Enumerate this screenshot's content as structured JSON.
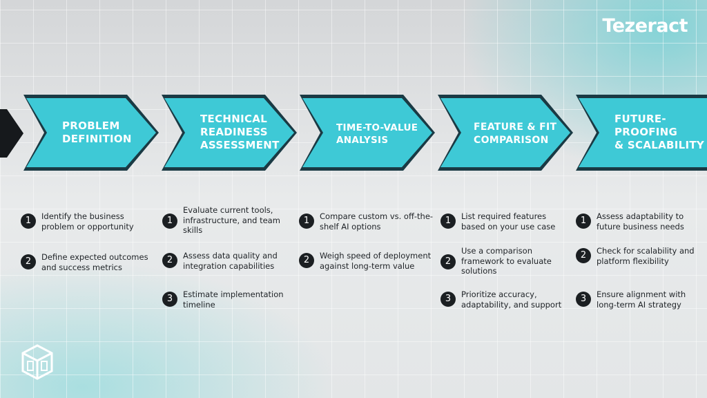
{
  "brand": {
    "logo_text": "Tezeract"
  },
  "colors": {
    "accent": "#3ec9d6",
    "accent_dark": "#1a3a44",
    "number_bg": "#1b1f22",
    "text": "#1e2226"
  },
  "stages": [
    {
      "title": [
        "PROBLEM",
        "DEFINITION"
      ],
      "steps": [
        {
          "number": "1",
          "text": "Identify the business problem or opportunity"
        },
        {
          "number": "2",
          "text": "Define expected outcomes and success metrics"
        }
      ]
    },
    {
      "title": [
        "TECHNICAL",
        "READINESS",
        "ASSESSMENT"
      ],
      "steps": [
        {
          "number": "1",
          "text": "Evaluate current tools, infrastructure, and team skills"
        },
        {
          "number": "2",
          "text": "Assess data quality and integration capabilities"
        },
        {
          "number": "3",
          "text": "Estimate implementation timeline"
        }
      ]
    },
    {
      "title": [
        "TIME-TO-VALUE",
        "ANALYSIS"
      ],
      "steps": [
        {
          "number": "1",
          "text": "Compare custom vs. off-the-shelf AI options"
        },
        {
          "number": "2",
          "text": "Weigh speed of deployment against long-term value"
        }
      ]
    },
    {
      "title": [
        "FEATURE & FIT",
        "COMPARISON"
      ],
      "steps": [
        {
          "number": "1",
          "text": "List required features based on your use case"
        },
        {
          "number": "2",
          "text": "Use a comparison framework to evaluate solutions"
        },
        {
          "number": "3",
          "text": "Prioritize accuracy, adaptability, and support"
        }
      ]
    },
    {
      "title": [
        "FUTURE-",
        "PROOFING",
        "& SCALABILITY"
      ],
      "steps": [
        {
          "number": "1",
          "text": "Assess adaptability to future business needs"
        },
        {
          "number": "2",
          "text": "Check for scalability and platform flexibility"
        },
        {
          "number": "3",
          "text": "Ensure alignment with long-term AI strategy"
        }
      ]
    }
  ]
}
